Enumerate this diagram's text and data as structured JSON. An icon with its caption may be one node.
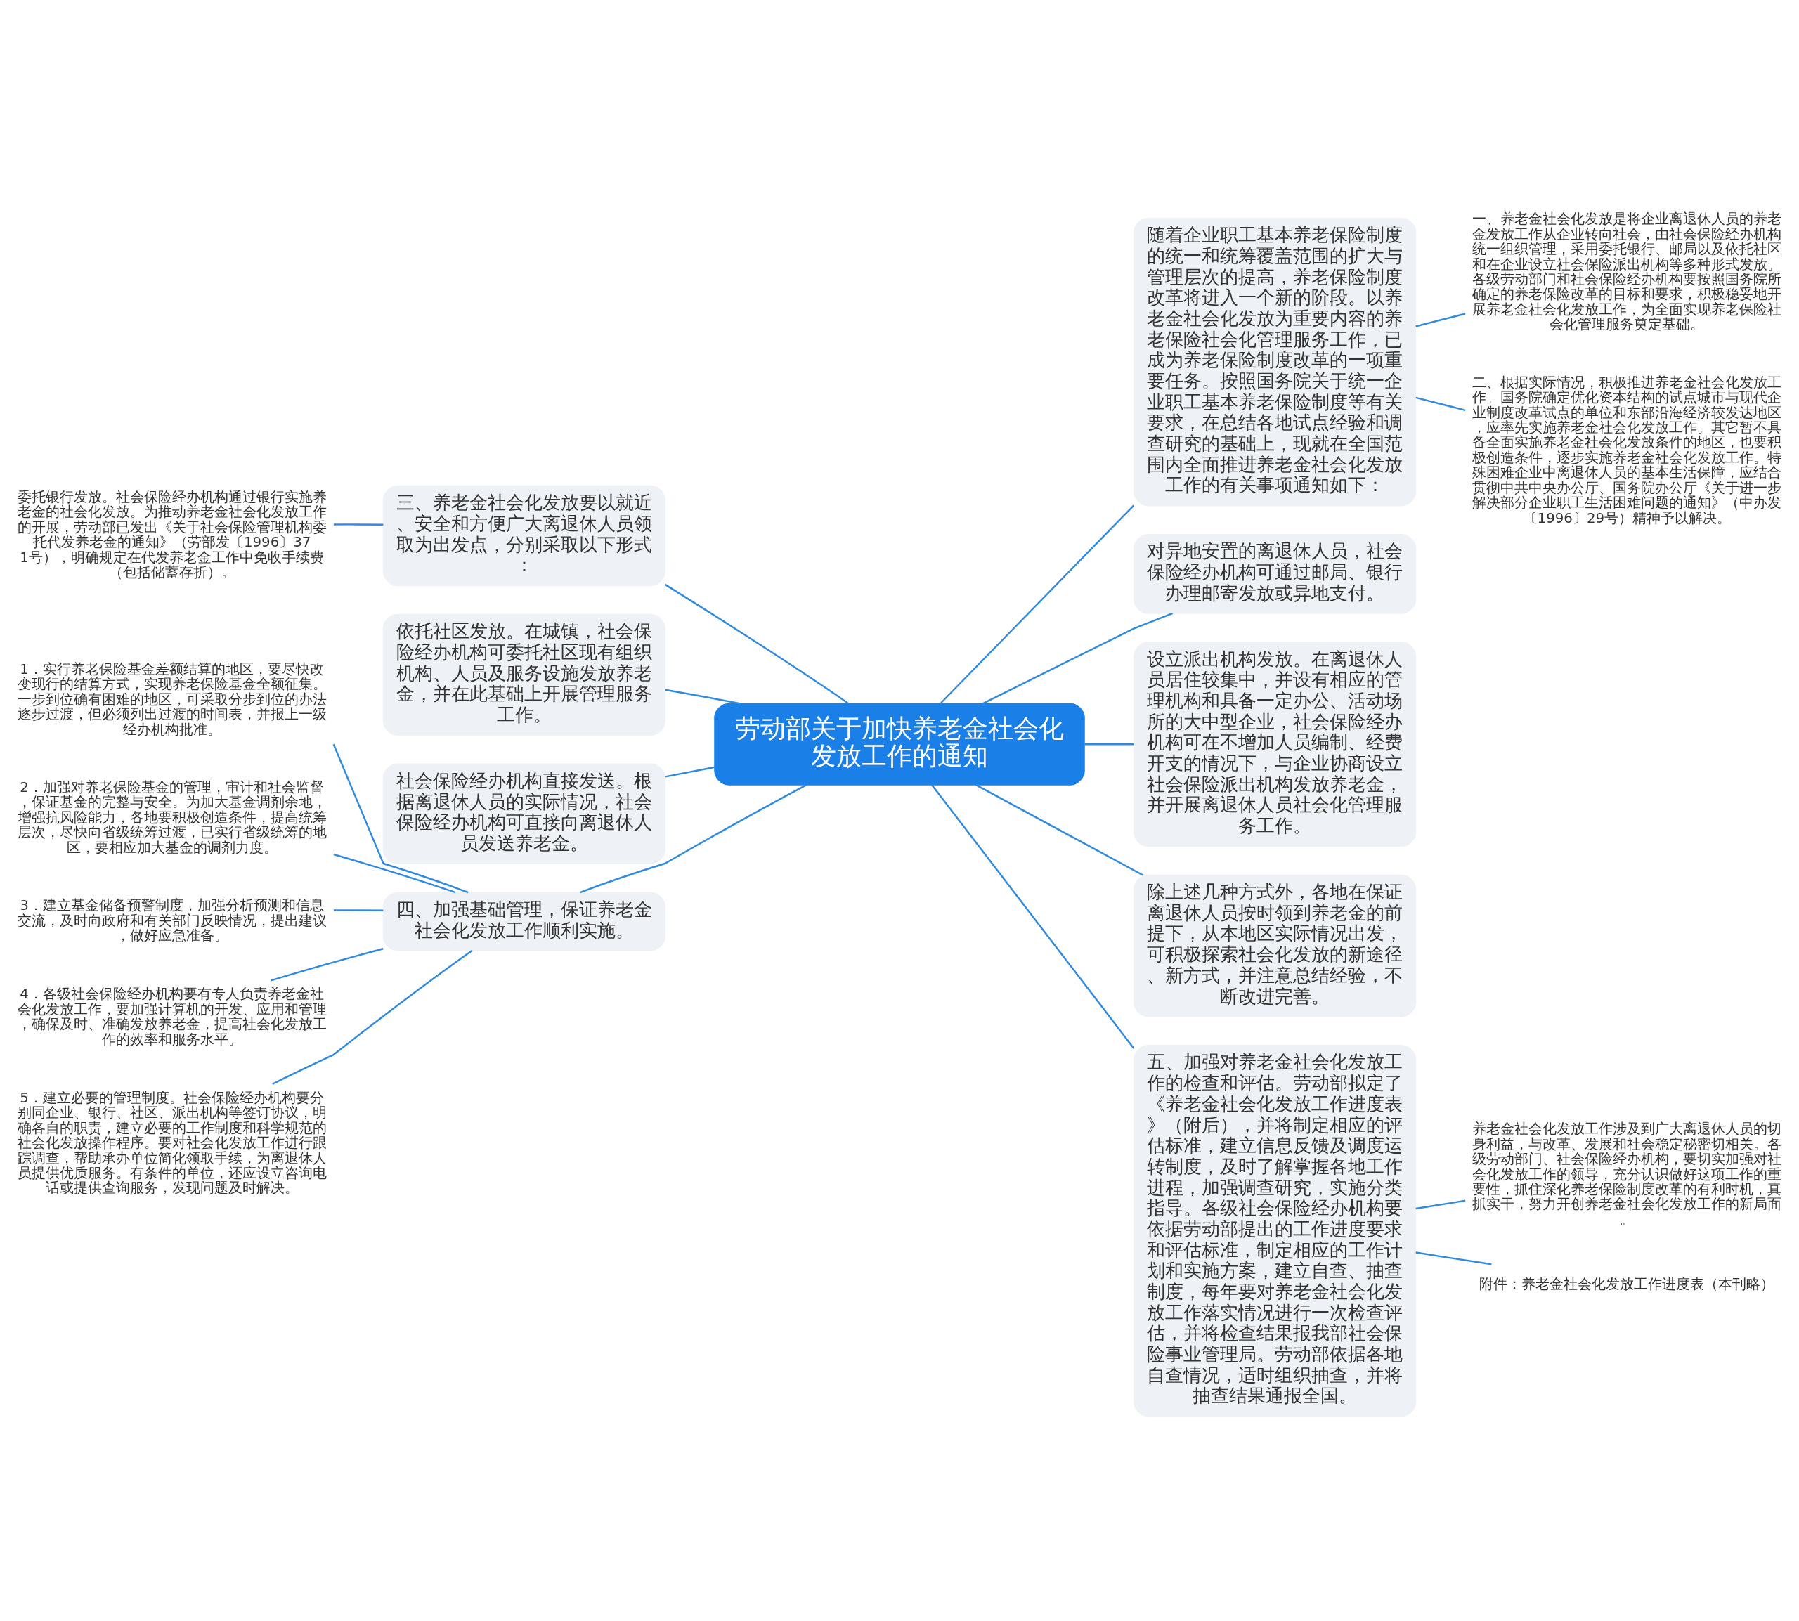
{
  "diagram": {
    "nodes": [
      {
        "text": [
          "劳动部关于加快养老金社会化发放工作的通知"
        ]
      },
      {
        "text": [
          "随着企业职工基本养老保险制度的统一和统筹覆盖范围的扩大与管理层次的提高，养老保险制度改革将进入一个新的阶段。以养老金社会化发放为重要内容的养老保险社会化管理服务工作，已成为养老保险制度改革的一项重要任务。按照国务院关于统一企业职工基本养老保险制度等有关要求，在总结各地试点经验和调查研究的基础上，现就在全国范围内全面推进养老金社会化发放工作的有关事项通知如下："
        ]
      },
      {
        "text": [
          "一、养老金社会化发放是将企业离退休人员的养老金发放工作从企业转向社会，由社会保险经办机构统一组织管理，采用委托银行、邮局以及依托社区和在企业设立社会保险派出机构等多种形式发放。各级劳动部门和社会保险经办机构要按照国务院所确定的养老保险改革的目标和要求，积极稳妥地开展养老金社会化发放工作，为全面实现养老保险社会化管理服务奠定基础。"
        ]
      },
      {
        "text": [
          "二、根据实际情况，积极推进养老金社会化发放工作。国务院确定优化资本结构的试点城市与现代企业制度改革试点的单位和东部沿海经济较发达地区，应率先实施养老金社会化发放工作。其它暂不具备全面实施养老金社会化发放条件的地区，也要积极创造条件，逐步实施养老金社会化发放工作。特殊困难企业中离退休人员的基本生活保障，应结合贯彻中共中央办公厅、国务院办公厅《关于进一步解决部分企业职工生活困难问题的通知》（中办发〔1996〕29号）精神予以解决。"
        ]
      },
      {
        "text": [
          "对异地安置的离退休人员，社会保险经办机构可通过邮局、银行办理邮寄发放或异地支付。"
        ]
      },
      {
        "text": [
          "设立派出机构发放。在离退休人员居住较集中，并设有相应的管理机构和具备一定办公、活动场所的大中型企业，社会保险经办机构可在不增加人员编制、经费开支的情况下，与企业协商设立社会保险派出机构发放养老金，并开展离退休人员社会化管理服务工作。"
        ]
      },
      {
        "text": [
          "除上述几种方式外，各地在保证离退休人员按时领到养老金的前提下，从本地区实际情况出发，可积极探索社会化发放的新途径、新方式，并注意总结经验，不断改进完善。"
        ]
      },
      {
        "text": [
          "五、加强对养老金社会化发放工作的检查和评估。劳动部拟定了《养老金社会化发放工作进度表》（附后），并将制定相应的评估标准，建立信息反馈及调度运转制度，及时了解掌握各地工作进程，加强调查研究，实施分类指导。各级社会保险经办机构要依据劳动部提出的工作进度要求和评估标准，制定相应的工作计划和实施方案，建立自查、抽查制度，每年要对养老金社会化发放工作落实情况进行一次检查评估，并将检查结果报我部社会保险事业管理局。劳动部依据各地自查情况，适时组织抽查，并将抽查结果通报全国。"
        ]
      },
      {
        "text": [
          "养老金社会化发放工作涉及到广大离退休人员的切身利益，与改革、发展和社会稳定秘密切相关。各级劳动部门、社会保险经办机构，要切实加强对社会化发放工作的领导，充分认识做好这项工作的重要性，抓住深化养老保险制度改革的有利时机，真抓实干，努力开创养老金社会化发放工作的新局面。"
        ]
      },
      {
        "text": [
          "附件：养老金社会化发放工作进度表（本刊略）"
        ]
      },
      {
        "text": [
          "三、养老金社会化发放要以就近、安全和方便广大离退休人员领取为出发点，分别采取以下形式："
        ]
      },
      {
        "text": [
          "委托银行发放。社会保险经办机构通过银行实施养老金的社会化发放。为推动养老金社会化发放工作的开展，劳动部已发出《关于社会保险管理机构委托代发养老金的通知》（劳部发〔1996〕371号），明确规定在代发养老金工作中免收手续费（包括储蓄存折）。"
        ]
      },
      {
        "text": [
          "依托社区发放。在城镇，社会保险经办机构可委托社区现有组织机构、人员及服务设施发放养老金，并在此基础上开展管理服务工作。"
        ]
      },
      {
        "text": [
          "社会保险经办机构直接发送。根据离退休人员的实际情况，社会保险经办机构可直接向离退休人员发送养老金。"
        ]
      },
      {
        "text": [
          "四、加强基础管理，保证养老金社会化发放工作顺利实施。"
        ]
      },
      {
        "text": [
          "1．实行养老保险基金差额结算的地区，要尽快改变现行的结算方式，实现养老保险基金全额征集。一步到位确有困难的地区，可采取分步到位的办法逐步过渡，但必须列出过渡的时间表，并报上一级经办机构批准。"
        ]
      },
      {
        "text": [
          "2．加强对养老保险基金的管理，审计和社会监督，保证基金的完整与安全。为加大基金调剂余地，增强抗风险能力，各地要积极创造条件，提高统筹层次，尽快向省级统筹过渡，已实行省级统筹的地区，要相应加大基金的调剂力度。"
        ]
      },
      {
        "text": [
          "3．建立基金储备预警制度，加强分析预测和信息交流，及时向政府和有关部门反映情况，提出建议，做好应急准备。"
        ]
      },
      {
        "text": [
          "4．各级社会保险经办机构要有专人负责养老金社会化发放工作，要加强计算机的开发、应用和管理，确保及时、准确发放养老金，提高社会化发放工作的效率和服务水平。"
        ]
      },
      {
        "text": [
          "5．建立必要的管理制度。社会保险经办机构要分别同企业、银行、社区、派出机构等签订协议，明确各自的职责，建立必要的工作制度和科学规范的社会化发放操作程序。要对社会化发放工作进行跟踪调查，帮助承办单位简化领取手续，为离退休人员提供优质服务。有条件的单位，还应设立咨询电话或提供查询服务，发现问题及时解决。"
        ]
      }
    ],
    "edges": [
      {
        "from": 0,
        "to": 1,
        "arrow": "none"
      },
      {
        "from": 1,
        "to": 2,
        "arrow": "none"
      },
      {
        "from": 1,
        "to": 3,
        "arrow": "none"
      },
      {
        "from": 0,
        "to": 4,
        "arrow": "none"
      },
      {
        "from": 0,
        "to": 5,
        "arrow": "none"
      },
      {
        "from": 0,
        "to": 6,
        "arrow": "none"
      },
      {
        "from": 0,
        "to": 7,
        "arrow": "none"
      },
      {
        "from": 7,
        "to": 8,
        "arrow": "none"
      },
      {
        "from": 7,
        "to": 9,
        "arrow": "none"
      },
      {
        "from": 0,
        "to": 10,
        "arrow": "none"
      },
      {
        "from": 10,
        "to": 11,
        "arrow": "none"
      },
      {
        "from": 0,
        "to": 12,
        "arrow": "none"
      },
      {
        "from": 0,
        "to": 13,
        "arrow": "none"
      },
      {
        "from": 0,
        "to": 14,
        "arrow": "none"
      },
      {
        "from": 14,
        "to": 15,
        "arrow": "none"
      },
      {
        "from": 14,
        "to": 16,
        "arrow": "none"
      },
      {
        "from": 14,
        "to": 17,
        "arrow": "none"
      },
      {
        "from": 14,
        "to": 18,
        "arrow": "none"
      },
      {
        "from": 14,
        "to": 19,
        "arrow": "none"
      }
    ]
  }
}
